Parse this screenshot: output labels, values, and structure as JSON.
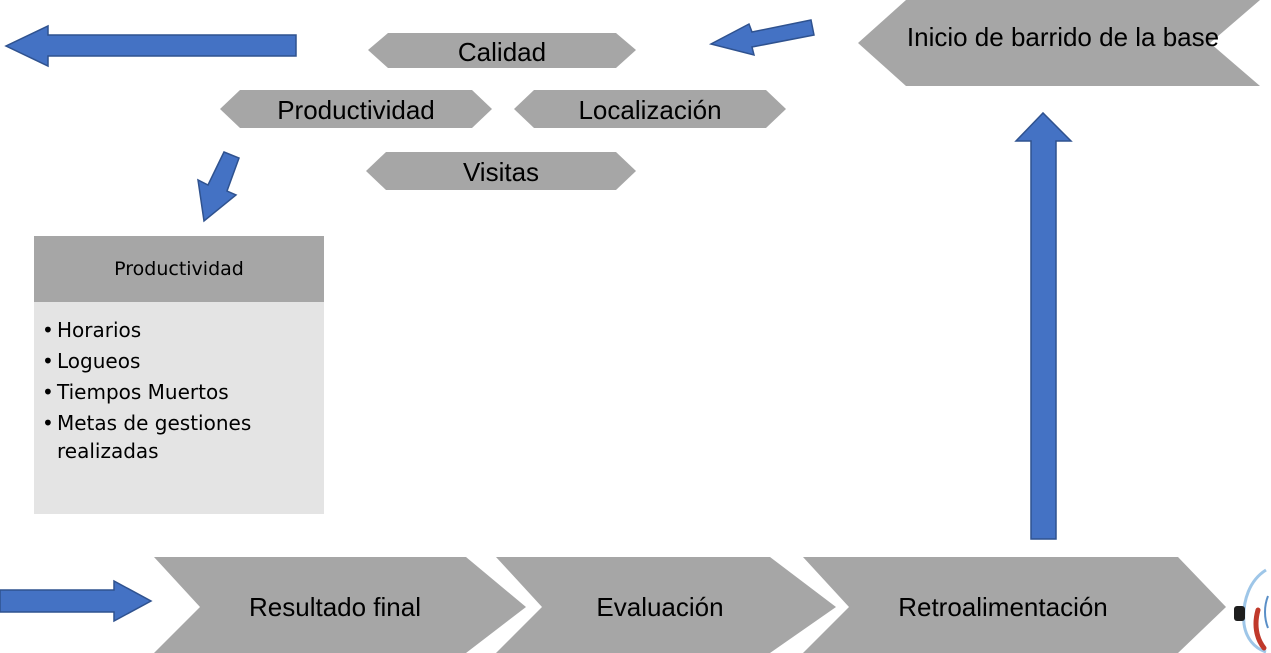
{
  "header_shapes": {
    "start": "Inicio de barrido de la base"
  },
  "hex_group": {
    "calidad": "Calidad",
    "productividad": "Productividad",
    "localizacion": "Localización",
    "visitas": "Visitas"
  },
  "detail_panel": {
    "title": "Productividad",
    "items": [
      "Horarios",
      "Logueos",
      "Tiempos Muertos",
      "Metas de gestiones realizadas"
    ]
  },
  "process_steps": [
    "Resultado final",
    "Evaluación",
    "Retroalimentación"
  ],
  "colors": {
    "shape_fill": "#a6a6a6",
    "panel_body": "#e4e4e4",
    "arrow_fill": "#4472c4",
    "arrow_stroke": "#2f528f"
  }
}
